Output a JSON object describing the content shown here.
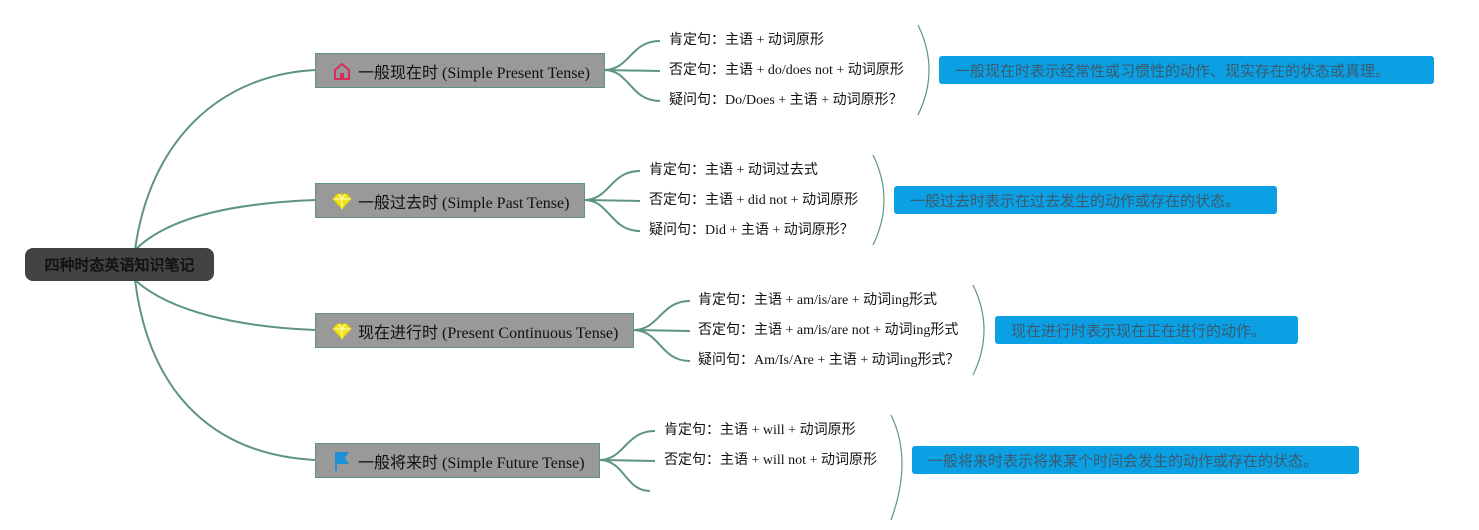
{
  "root": {
    "title": "四种时态英语知识笔记"
  },
  "colors": {
    "line": "#5f9580",
    "root_bg": "#434343",
    "branch_bg": "#999999",
    "summary_bg": "#0aa0e3"
  },
  "branches": [
    {
      "title": "一般现在时 (Simple Present Tense)",
      "icon": "home-icon",
      "leaves": [
        "肯定句：主语 + 动词原形",
        "否定句：主语 + do/does not + 动词原形",
        "疑问句：Do/Does + 主语 + 动词原形？"
      ],
      "summary": "一般现在时表示经常性或习惯性的动作、现实存在的状态或真理。"
    },
    {
      "title": "一般过去时 (Simple Past Tense)",
      "icon": "diamond-icon",
      "leaves": [
        "肯定句：主语 + 动词过去式",
        "否定句：主语 + did not + 动词原形",
        "疑问句：Did + 主语 + 动词原形？"
      ],
      "summary": "一般过去时表示在过去发生的动作或存在的状态。"
    },
    {
      "title": "现在进行时 (Present Continuous Tense)",
      "icon": "diamond-icon",
      "leaves": [
        "肯定句：主语 + am/is/are + 动词ing形式",
        "否定句：主语 + am/is/are not + 动词ing形式",
        "疑问句：Am/Is/Are + 主语 + 动词ing形式？"
      ],
      "summary": "现在进行时表示现在正在进行的动作。"
    },
    {
      "title": "一般将来时 (Simple Future Tense)",
      "icon": "flag-icon",
      "leaves": [
        "肯定句：主语 + will + 动词原形",
        "否定句：主语 + will not + 动词原形",
        ""
      ],
      "summary": "一般将来时表示将来某个时间会发生的动作或存在的状态。"
    }
  ]
}
